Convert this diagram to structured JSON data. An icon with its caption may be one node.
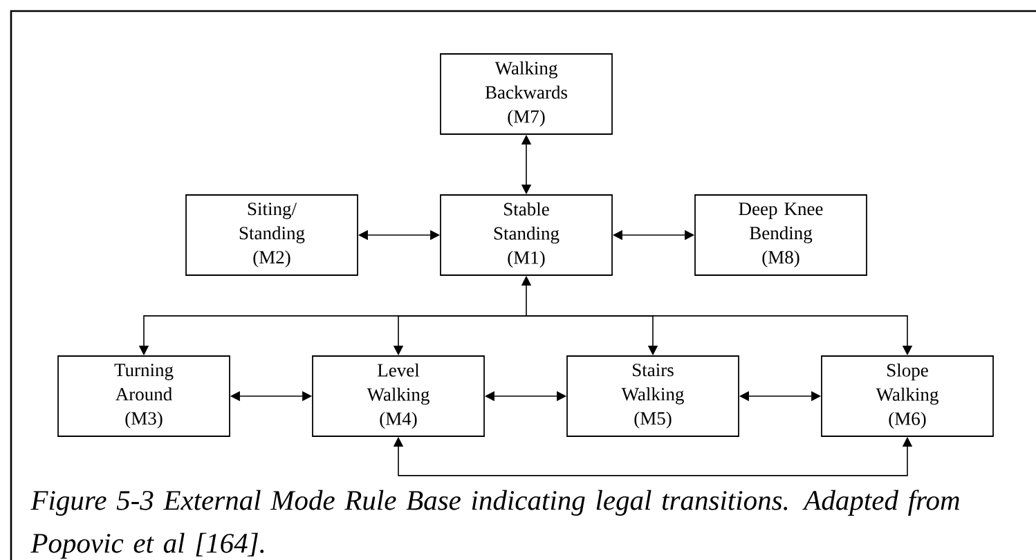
{
  "diagram": {
    "caption": "Figure 5-3 External Mode Rule Base indicating legal transitions. Adapted from Popovic et al [164].",
    "nodes": [
      {
        "text": [
          "Walking Backwards (M7)"
        ]
      },
      {
        "text": [
          "Siting/ Standing (M2)"
        ]
      },
      {
        "text": [
          "Stable Standing (M1)"
        ]
      },
      {
        "text": [
          "Deep Knee Bending (M8)"
        ]
      },
      {
        "text": [
          "Turning Around (M3)"
        ]
      },
      {
        "text": [
          "Level Walking (M4)"
        ]
      },
      {
        "text": [
          "Stairs Walking (M5)"
        ]
      },
      {
        "text": [
          "Slope Walking (M6)"
        ]
      }
    ],
    "edges": [
      {
        "from": 0,
        "to": 2,
        "arrow": "both"
      },
      {
        "from": 1,
        "to": 2,
        "arrow": "both"
      },
      {
        "from": 2,
        "to": 3,
        "arrow": "both"
      },
      {
        "from": 2,
        "to": 4,
        "arrow": "both"
      },
      {
        "from": 2,
        "to": 5,
        "arrow": "both"
      },
      {
        "from": 2,
        "to": 6,
        "arrow": "both"
      },
      {
        "from": 2,
        "to": 7,
        "arrow": "both"
      },
      {
        "from": 4,
        "to": 5,
        "arrow": "both"
      },
      {
        "from": 5,
        "to": 6,
        "arrow": "both"
      },
      {
        "from": 6,
        "to": 7,
        "arrow": "both"
      },
      {
        "from": 5,
        "to": 7,
        "arrow": "both"
      }
    ]
  }
}
